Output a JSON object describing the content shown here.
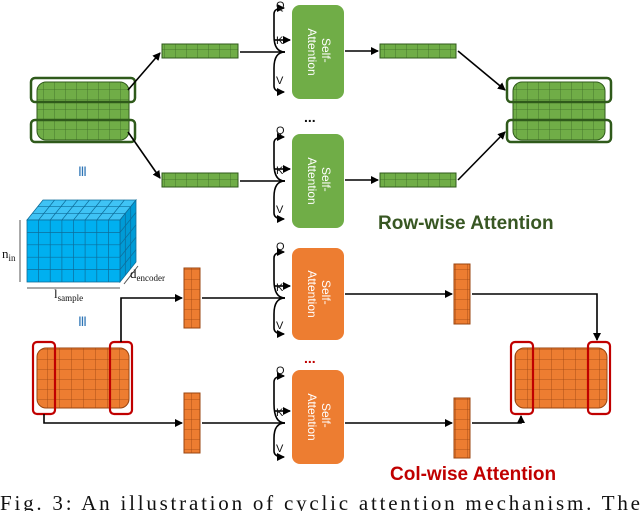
{
  "attention_block": {
    "label_line1": "Self-",
    "label_line2": "Attention",
    "input_q": "Q",
    "input_k": "K",
    "input_v": "V",
    "ellipsis": "...",
    "row_color": "#70AD47",
    "col_color": "#ED7D31"
  },
  "row_section": {
    "title": "Row-wise Attention",
    "title_color": "#385723"
  },
  "col_section": {
    "title": "Col-wise Attention",
    "title_color": "#C00000"
  },
  "equivalence_symbol": "Ⅲ",
  "cube": {
    "label_n": "n",
    "label_n_sub": "in",
    "label_l": "l",
    "label_l_sub": "sample",
    "label_d": "d",
    "label_d_sub": "encoder",
    "color": "#00B0F0"
  },
  "caption": "Fig. 3: An illustration of cyclic attention mechanism. The"
}
